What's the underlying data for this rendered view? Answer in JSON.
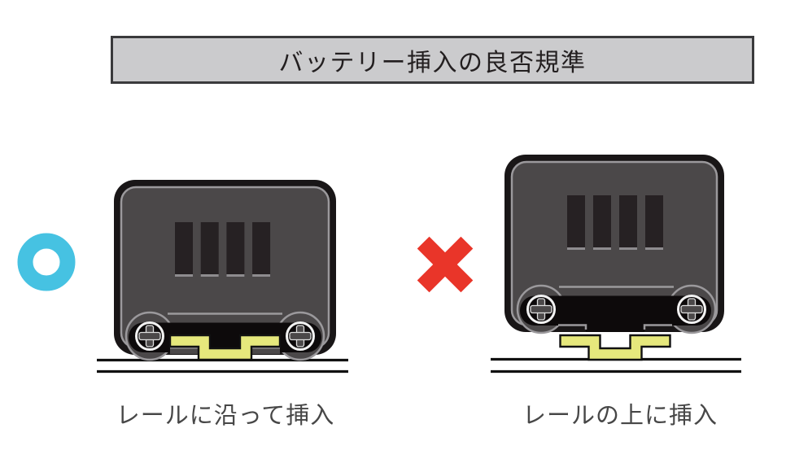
{
  "title": "バッテリー挿入の良否規準",
  "panels": {
    "good": {
      "mark_icon": "ok-circle-icon",
      "caption": "レールに沿って挿入"
    },
    "bad": {
      "mark_icon": "ng-cross-icon",
      "caption": "レールの上に挿入"
    }
  },
  "colors": {
    "bg": "#ffffff",
    "title_bg": "#cbcbcd",
    "title_border": "#3a3a3c",
    "title_text": "#231f20",
    "caption_text": "#474747",
    "ok_blue": "#46c2e2",
    "ng_red": "#e93529",
    "rail_yellow": "#e6e87c",
    "shell": "#191617",
    "body": "#4b4849",
    "outline": "#9b999c",
    "slot": "#262123",
    "slot_highlight": "#8e8c8f",
    "recess": "#0d0a0b",
    "screw_ring": "#f2f2f2",
    "screw_cross": "#4b4849",
    "line": "#111111"
  }
}
